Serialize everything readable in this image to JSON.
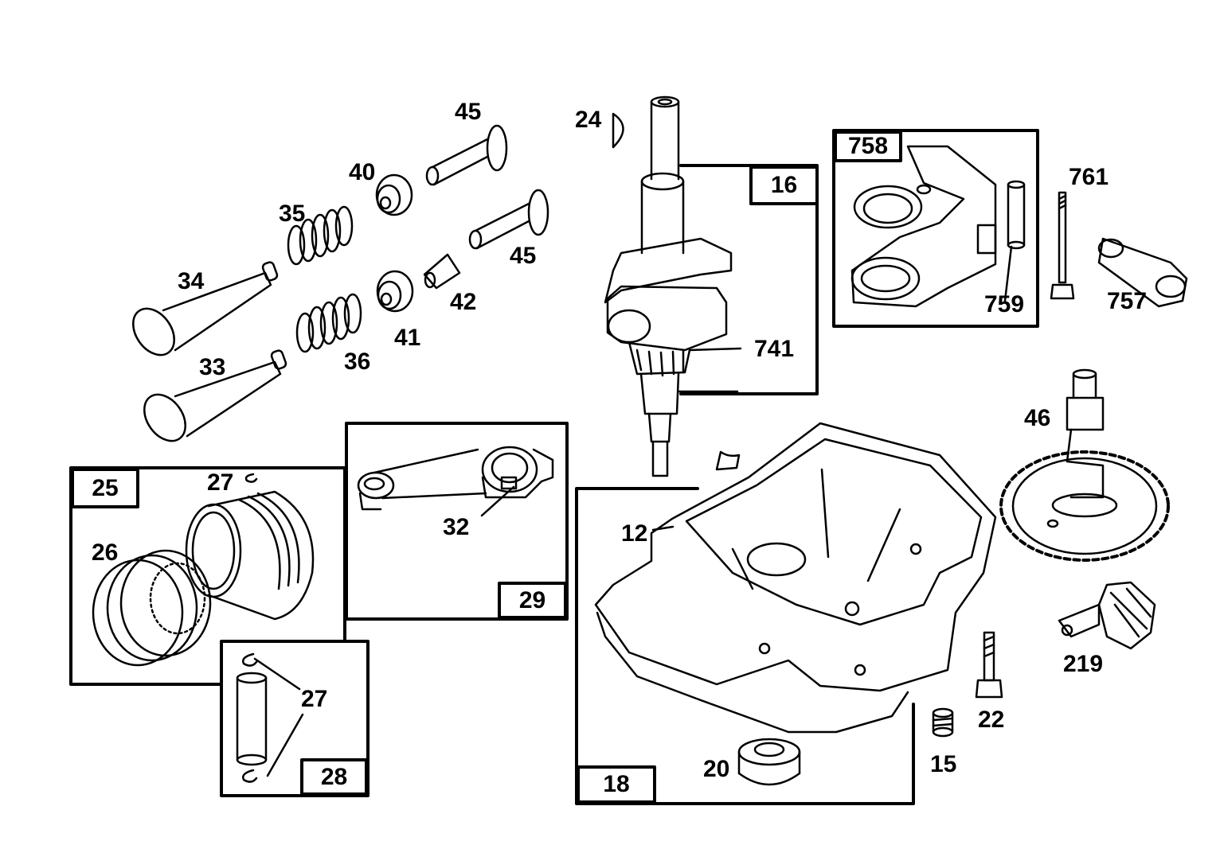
{
  "labels": {
    "p24": "24",
    "p45a": "45",
    "p40": "40",
    "p35": "35",
    "p45b": "45",
    "p34": "34",
    "p42": "42",
    "p41": "41",
    "p33": "33",
    "p36": "36",
    "p741": "741",
    "p761": "761",
    "p759": "759",
    "p757": "757",
    "p46": "46",
    "p27a": "27",
    "p26": "26",
    "p32": "32",
    "p12": "12",
    "p27b": "27",
    "p22": "22",
    "p15": "15",
    "p20": "20",
    "p219": "219"
  },
  "kits": {
    "k16": "16",
    "k758": "758",
    "k25": "25",
    "k29": "29",
    "k28": "28",
    "k18": "18"
  }
}
